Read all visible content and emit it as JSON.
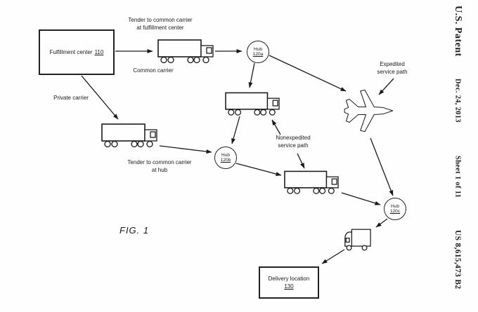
{
  "patent_margin": {
    "title": "U.S. Patent",
    "date": "Dec. 24, 2013",
    "sheet": "Sheet 1 of 11",
    "number": "US 8,615,473 B2"
  },
  "figure": {
    "caption": "FIG. 1"
  },
  "nodes": {
    "fulfillment_center": {
      "label": "Fulfillment center",
      "ref": "110"
    },
    "hub_a": {
      "label": "Hub",
      "ref": "120a"
    },
    "hub_b": {
      "label": "Hub",
      "ref": "120b"
    },
    "hub_c": {
      "label": "Hub",
      "ref": "120c"
    },
    "delivery_location": {
      "label": "Delivery location",
      "ref": "130"
    }
  },
  "labels": {
    "tender_fc_line1": "Tender to common carrier",
    "tender_fc_line2": "at fulfillment center",
    "common_carrier": "Common carrier",
    "private_carrier": "Private carrier",
    "tender_hub_line1": "Tender to common carrier",
    "tender_hub_line2": "at hub",
    "expedited_line1": "Expedited",
    "expedited_line2": "service path",
    "nonexpedited_line1": "Nonexpedited",
    "nonexpedited_line2": "service path"
  },
  "icons": {
    "truck_common_carrier": "semi-truck-side-view",
    "truck_linehaul_top": "semi-truck-side-view",
    "truck_private_carrier": "semi-truck-side-view",
    "truck_linehaul_bottom": "semi-truck-side-view",
    "airplane": "airplane-outline",
    "delivery_van": "box-van-side-view"
  },
  "colors": {
    "line": "#1a1a1a",
    "background": "#fefefe",
    "text": "#1a1a1a"
  }
}
